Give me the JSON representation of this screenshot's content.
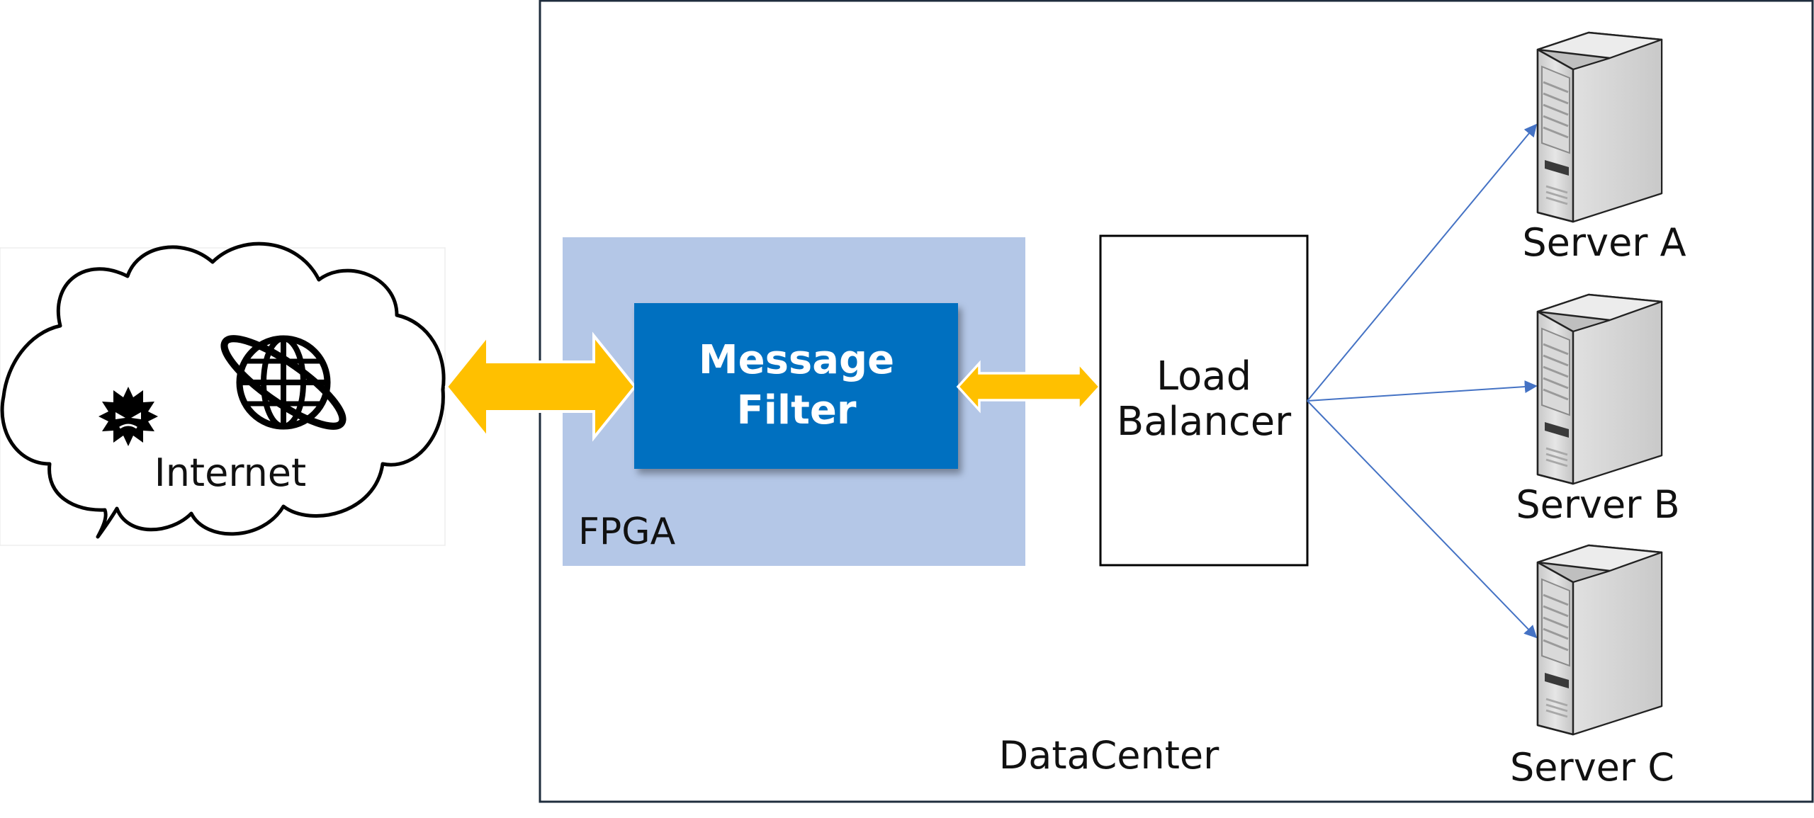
{
  "diagram": {
    "internet": {
      "label": "Internet"
    },
    "fpga": {
      "label": "FPGA"
    },
    "message_filter": {
      "line1": "Message",
      "line2": "Filter"
    },
    "load_balancer": {
      "line1": "Load",
      "line2": "Balancer"
    },
    "datacenter": {
      "label": "DataCenter"
    },
    "servers": [
      {
        "label": "Server A"
      },
      {
        "label": "Server B"
      },
      {
        "label": "Server C"
      }
    ]
  },
  "colors": {
    "fpga_fill": "#b4c7e7",
    "filter_fill": "#0070c0",
    "arrow_fill": "#ffc000",
    "line": "#4472c4",
    "border": "#1f2d3d"
  }
}
